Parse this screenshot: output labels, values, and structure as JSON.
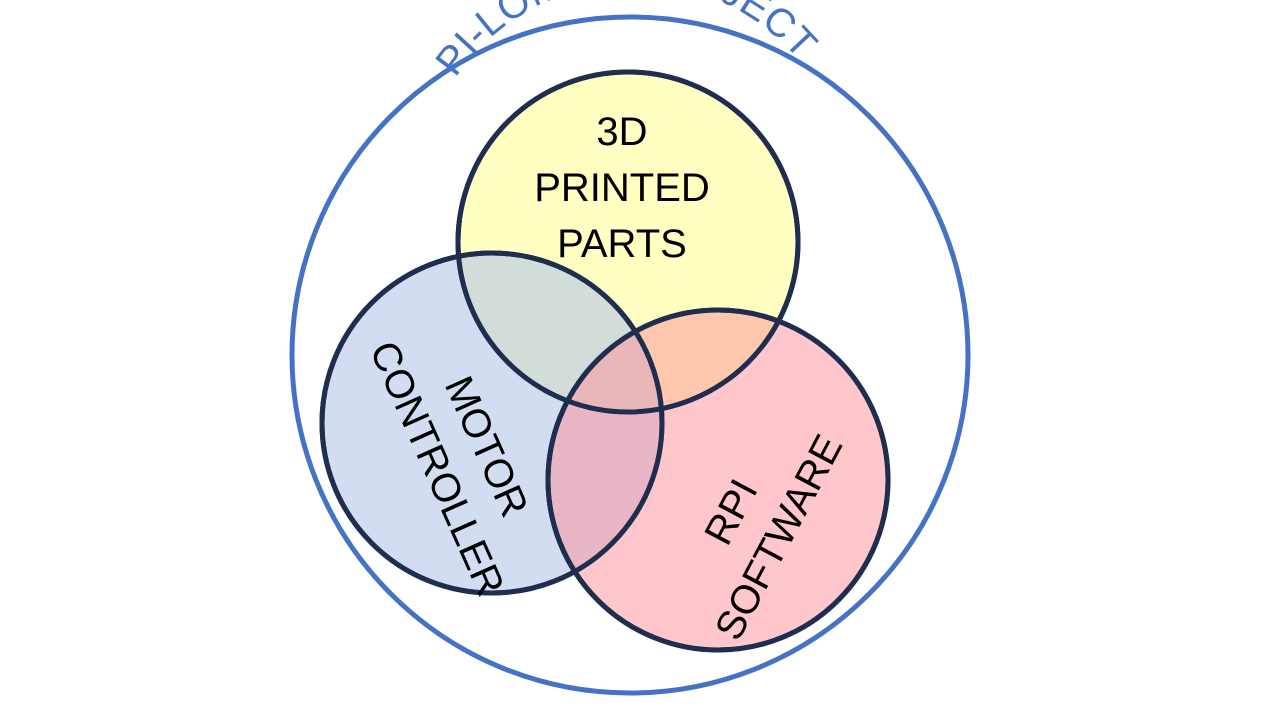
{
  "diagram": {
    "type": "venn",
    "outer": {
      "title": "PI-LOMAR PROJECT",
      "stroke_color": "#4472c4"
    },
    "sets": [
      {
        "id": "printed-parts",
        "lines": [
          "3D",
          "PRINTED",
          "PARTS"
        ],
        "fill_color": "#ffff99"
      },
      {
        "id": "motor-controller",
        "lines": [
          "MOTOR",
          "CONTROLLER"
        ],
        "fill_color": "#b4c7e7"
      },
      {
        "id": "rpi-software",
        "lines": [
          "RPI",
          "SOFTWARE"
        ],
        "fill_color": "#ff8f99"
      }
    ],
    "circle_stroke_color": "#1f2d4f"
  }
}
